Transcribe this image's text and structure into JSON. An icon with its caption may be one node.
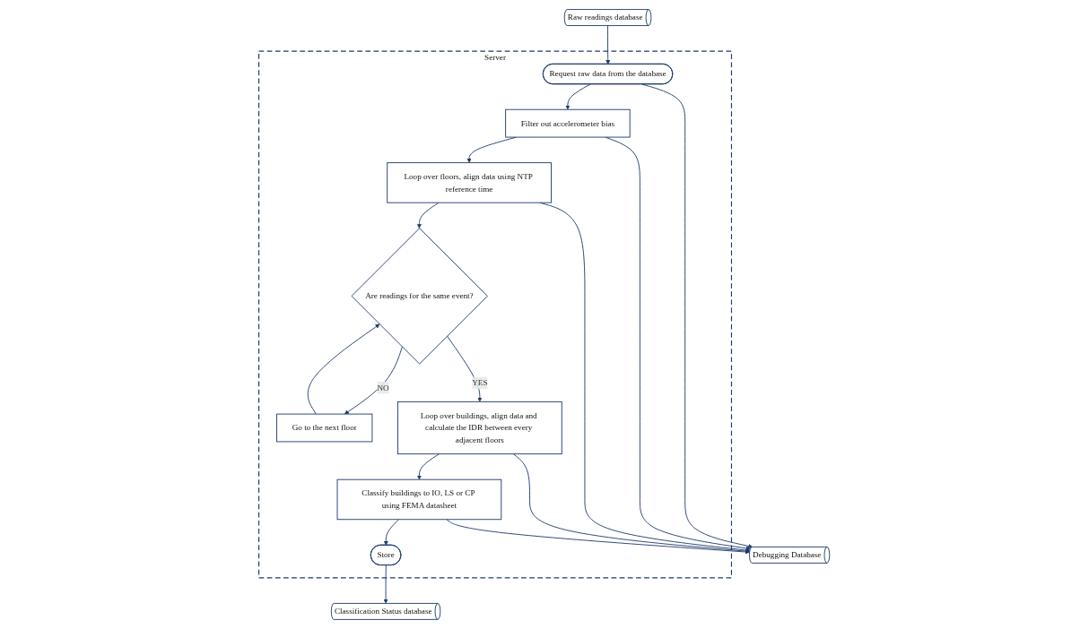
{
  "diagram": {
    "nodes": [
      {
        "text": [
          "Server"
        ]
      },
      {
        "text": [
          "Request raw data from the database"
        ],
        "in": 0
      },
      {
        "text": [
          "Filter out accelerometer bias"
        ],
        "in": 0
      },
      {
        "text": [
          "Loop over floors, align data using NTP reference time"
        ],
        "in": 0
      },
      {
        "text": [
          "Go to the next floor"
        ],
        "in": 0
      },
      {
        "text": [
          "Are readings for the same event?"
        ],
        "in": 0
      },
      {
        "text": [
          "Loop over buildings, align data and calculate the IDR between every adjacent floors"
        ],
        "in": 0
      },
      {
        "text": [
          "Classify buildings to IO, LS or CP using FEMA datasheet"
        ],
        "in": 0
      },
      {
        "text": [
          "Store"
        ],
        "in": 0
      },
      {
        "text": [
          "Raw readings database"
        ]
      },
      {
        "text": [
          "Classification Status database"
        ]
      },
      {
        "text": [
          "Debugging Database"
        ]
      }
    ],
    "edges": [
      {
        "from": 9,
        "to": 1,
        "arrow": "to"
      },
      {
        "from": 1,
        "to": 2,
        "arrow": "to"
      },
      {
        "from": 2,
        "to": 3,
        "arrow": "to"
      },
      {
        "from": 3,
        "to": 5,
        "arrow": "to"
      },
      {
        "from": 5,
        "to": 4,
        "label": "NO",
        "arrow": "to"
      },
      {
        "from": 4,
        "to": 5,
        "arrow": "to"
      },
      {
        "from": 5,
        "to": 6,
        "label": "YES",
        "arrow": "to"
      },
      {
        "from": 6,
        "to": 7,
        "arrow": "to"
      },
      {
        "from": 7,
        "to": 8,
        "arrow": "to"
      },
      {
        "from": 8,
        "to": 10,
        "arrow": "to"
      },
      {
        "from": 1,
        "to": 11,
        "arrow": "to"
      },
      {
        "from": 2,
        "to": 11,
        "arrow": "to"
      },
      {
        "from": 3,
        "to": 11,
        "arrow": "to"
      },
      {
        "from": 6,
        "to": 11,
        "arrow": "to"
      },
      {
        "from": 7,
        "to": 11,
        "arrow": "to"
      }
    ]
  }
}
